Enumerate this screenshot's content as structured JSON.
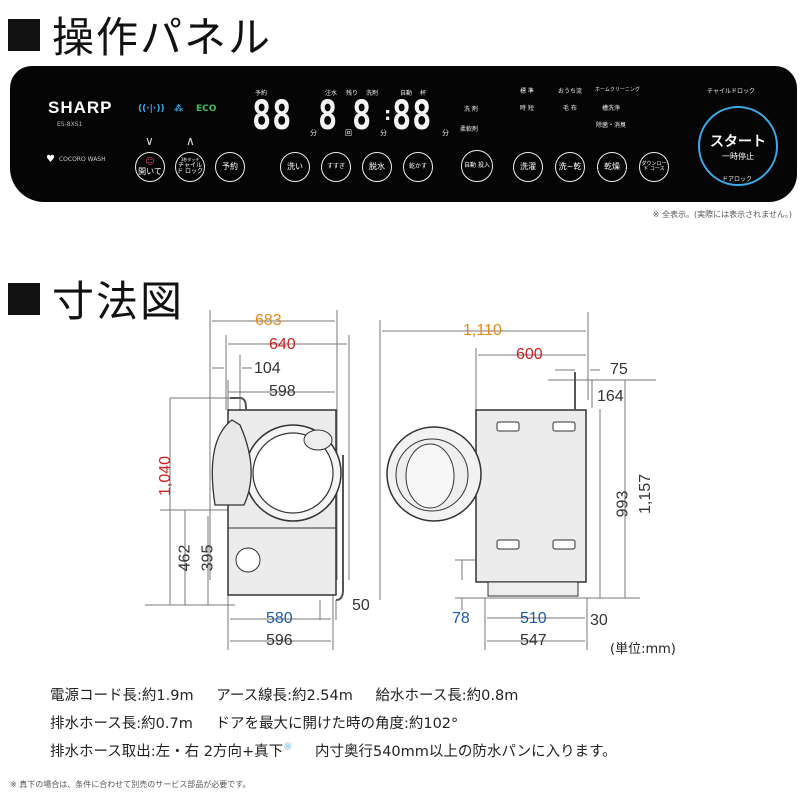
{
  "sections": {
    "control_panel_title": "操作パネル",
    "dimensions_title": "寸法図"
  },
  "panel": {
    "brand": "SHARP",
    "model": "ES-8XS1",
    "cocoro": "COCORO WASH",
    "indicators": [
      {
        "name": "wifi",
        "label": "((·|·))",
        "color": "#3aa9e6"
      },
      {
        "name": "shower",
        "label": "⁂",
        "color": "#3aa9e6"
      },
      {
        "name": "eco",
        "label": "ECO",
        "color": "#44c056"
      }
    ],
    "arrows": [
      "∨",
      "∧"
    ],
    "left_buttons": [
      {
        "label": "開いて",
        "icon": "smile-face"
      },
      {
        "label_top": "3秒タッチ",
        "label": "チャイルド ロック"
      },
      {
        "label": "予約"
      }
    ],
    "display_labels": {
      "reserve": "予約",
      "water_rinse": "注水",
      "remaining": "残り",
      "detergent": "洗剤",
      "auto": "自動",
      "cup": "杯",
      "detergent2": "洗 剤",
      "softener": "柔軟剤"
    },
    "display_digits": [
      "88",
      "8",
      "8",
      "88"
    ],
    "display_units": [
      "分",
      "回",
      "分",
      "分"
    ],
    "process_buttons": [
      "洗い",
      "すすぎ",
      "脱水",
      "乾かす"
    ],
    "auto_dose_button": "自動 投入",
    "course_labels": [
      [
        "標 準",
        "おうち流",
        "ホームクリーニング"
      ],
      [
        "時 短",
        "毛 布",
        "槽洗浄"
      ],
      [
        "",
        "",
        "除菌・消臭"
      ]
    ],
    "mode_buttons": [
      "洗濯",
      "洗~乾",
      "乾燥",
      "ダウンロード コース"
    ],
    "child_lock_label": "チャイルドロック",
    "start_button": {
      "main": "スタート",
      "sub": "一時停止"
    },
    "door_lock_label": "ドアロック",
    "note": "※ 全表示。(実際には表示されません。)"
  },
  "dimensions": {
    "front_view": {
      "width_total": "683",
      "width_with_door": "640",
      "door_offset": "104",
      "body_width": "598",
      "height_total": "1,040",
      "door_bottom_height": "462",
      "door_opening_height": "395",
      "base_width": "580",
      "bottom_width": "596",
      "hose_offset": "50"
    },
    "side_view": {
      "depth_total": "1,110",
      "depth_open": "600",
      "hose_offset": "75",
      "hose_height": "164",
      "body_height": "993",
      "total_height": "1,157",
      "base_height": "78",
      "base_depth": "510",
      "foot_height": "30",
      "bottom_depth": "547"
    },
    "unit": "(単位:mm)",
    "colors": {
      "orange": "#e08a1a",
      "red": "#cc1f1f",
      "blue": "#1c5aa6"
    }
  },
  "specs": {
    "line1": [
      "電源コード長:約1.9m",
      "アース線長:約2.54m",
      "給水ホース長:約0.8m"
    ],
    "line2": [
      "排水ホース長:約0.7m",
      "ドアを最大に開けた時の角度:約102°"
    ],
    "line3_a": "排水ホース取出:左・右 2方向+真下",
    "line3_ast": "※",
    "line3_b": "内寸奥行540mm以上の防水パンに入ります。"
  },
  "footnote": "※ 真下の場合は、条件に合わせて別売のサービス部品が必要です。"
}
